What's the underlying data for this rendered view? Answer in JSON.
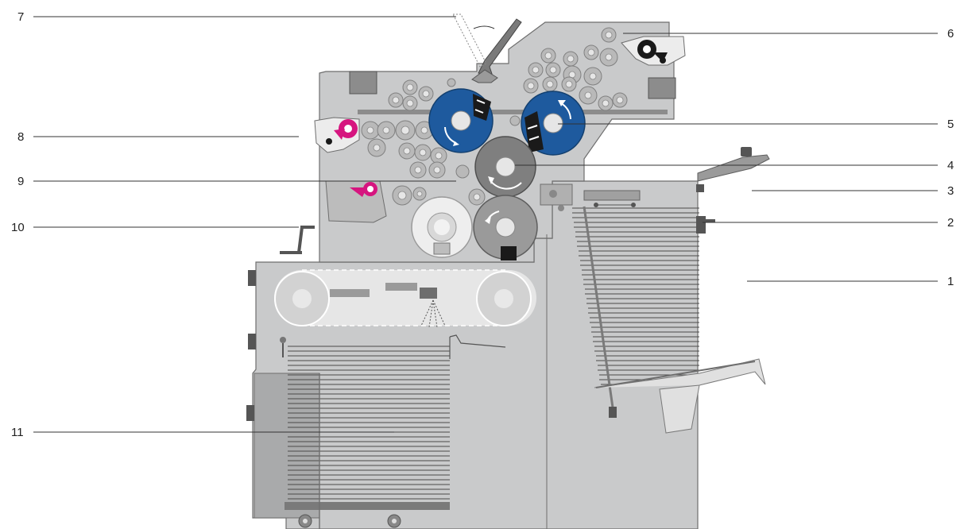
{
  "colors": {
    "machine_body": "#c9cacb",
    "frame_dark": "#6e6e6e",
    "plate_cylinder_blue": "#1e5a9e",
    "blanket_cylinder_gray": "#7f7f7f",
    "damping_unit_magenta": "#d6157f",
    "ink_unit_black": "#1a1a1a",
    "leader_line": "#333333"
  },
  "callouts": [
    {
      "number": "1"
    },
    {
      "number": "2"
    },
    {
      "number": "3"
    },
    {
      "number": "4"
    },
    {
      "number": "5"
    },
    {
      "number": "6"
    },
    {
      "number": "7"
    },
    {
      "number": "8"
    },
    {
      "number": "9"
    },
    {
      "number": "10"
    },
    {
      "number": "11"
    }
  ],
  "icons": {
    "rotation_arrow": "rotation-arrow-icon",
    "spray_nozzle": "spray-nozzle-icon",
    "caster_wheel": "caster-wheel-icon"
  }
}
